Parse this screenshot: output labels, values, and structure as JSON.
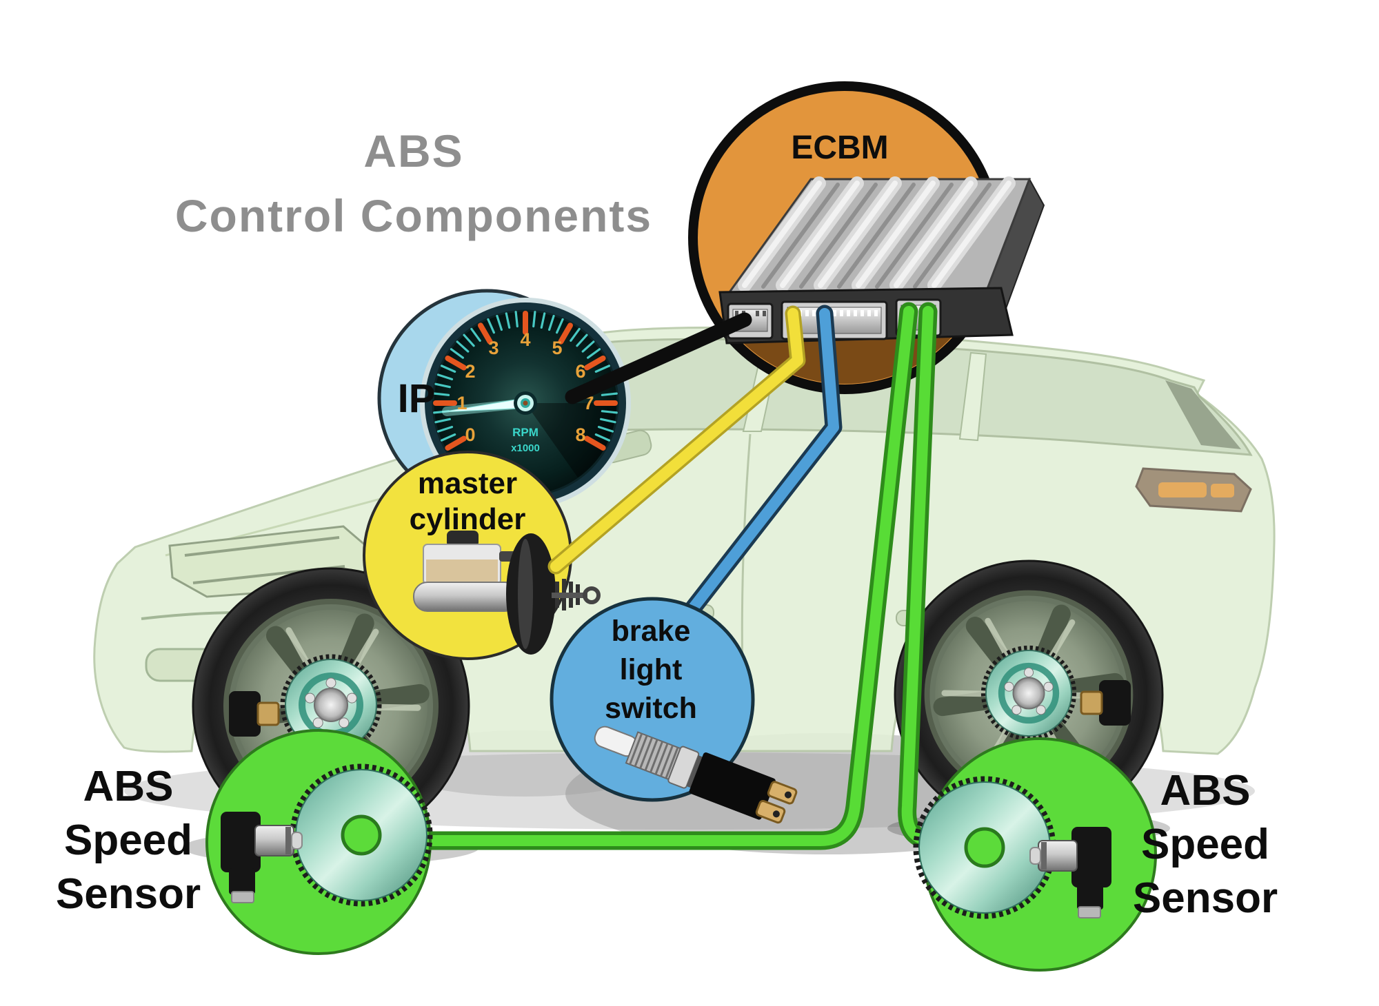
{
  "title": {
    "line1": "ABS",
    "line2": "Control Components"
  },
  "nodes": {
    "ecbm": {
      "label": "ECBM"
    },
    "ip": {
      "label": "IP"
    },
    "master_cylinder": {
      "line1": "master",
      "line2": "cylinder"
    },
    "brake_light_switch": {
      "line1": "brake",
      "line2": "light",
      "line3": "switch"
    },
    "abs_sensor_left": {
      "line1": "ABS",
      "line2": "Speed",
      "line3": "Sensor"
    },
    "abs_sensor_right": {
      "line1": "ABS",
      "line2": "Speed",
      "line3": "Sensor"
    }
  },
  "gauge": {
    "numbers": [
      "0",
      "1",
      "2",
      "3",
      "4",
      "5",
      "6",
      "7",
      "8"
    ],
    "unit_line1": "RPM",
    "unit_line2": "x1000"
  },
  "colors": {
    "title_text": "#8E8E8E",
    "label_text": "#0D0D0D",
    "ecbm_circle": "#E2953C",
    "ip_circle": "#A8D7EC",
    "master_circle": "#F2E23E",
    "brake_circle": "#62AEDE",
    "sensor_circle": "#5CDB3A",
    "wire_black": "#0D0D0D",
    "wire_yellow": "#F2DF3A",
    "wire_yellow_outline": "#B3A224",
    "wire_blue": "#4E9FD8",
    "wire_blue_outline": "#1B3A52",
    "wire_green": "#58DC36",
    "wire_green_outline": "#2E8C1B",
    "tone_ring_teal": "#7CC9B4",
    "car_body_green": "#E3F0D8"
  }
}
